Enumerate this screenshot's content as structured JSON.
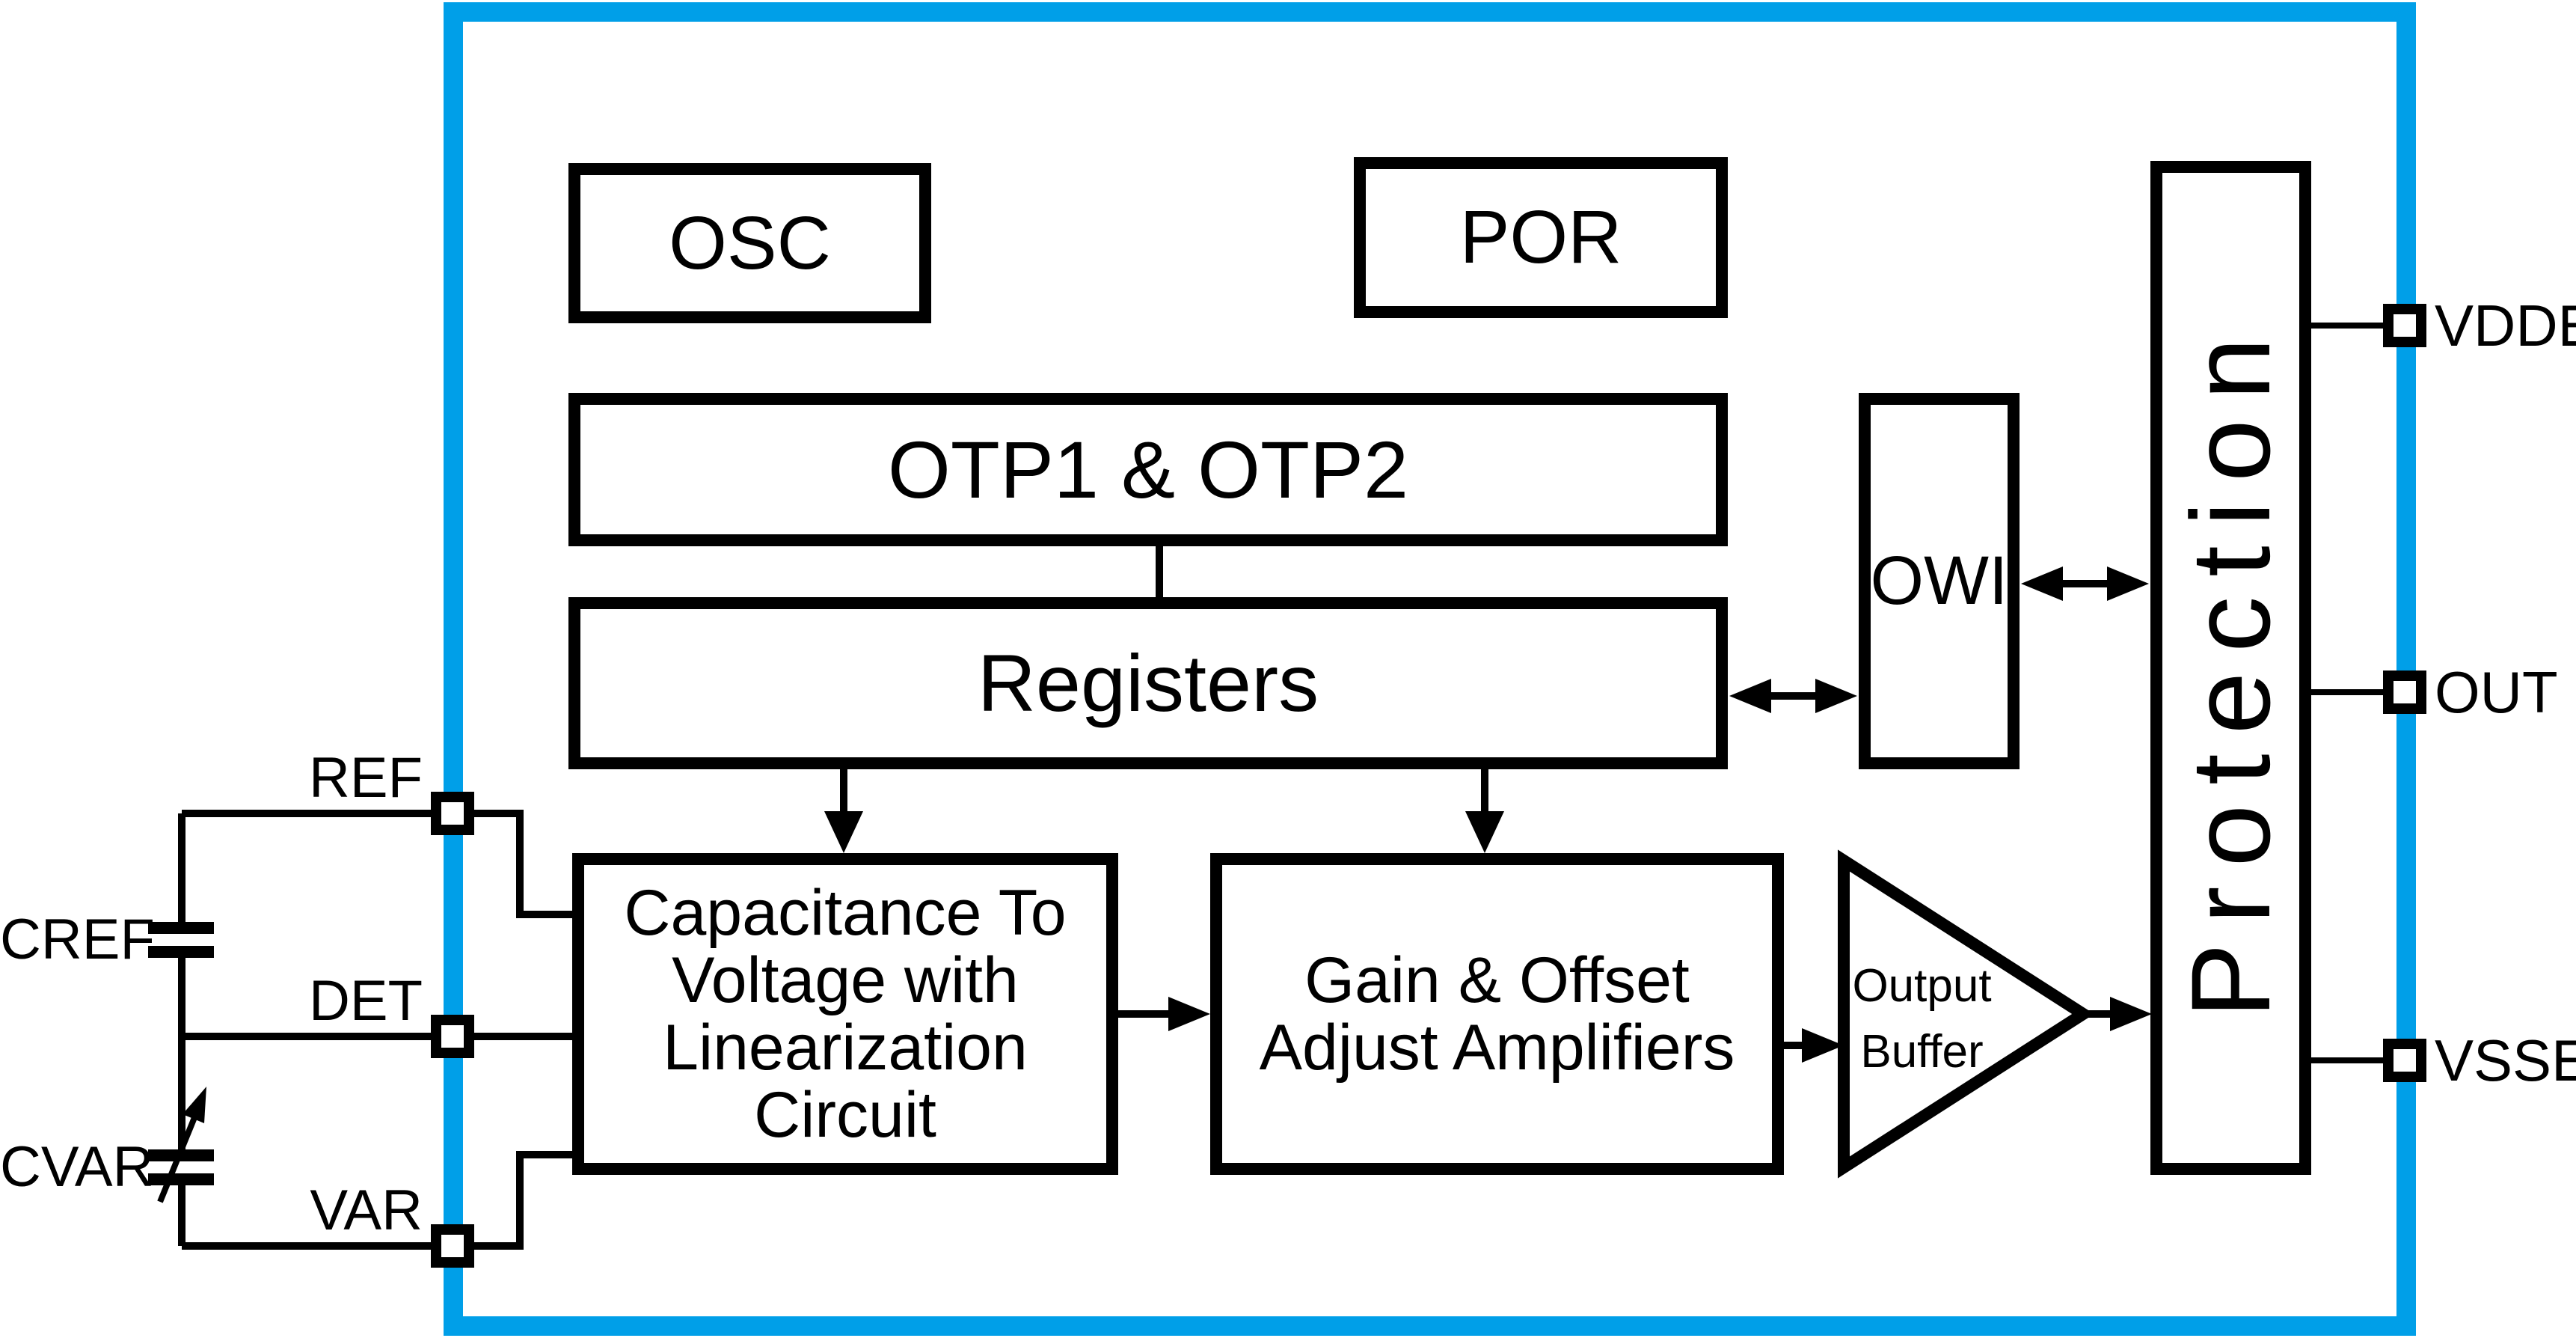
{
  "diagram": {
    "title_semantic": "capacitance-sensor chip functional block diagram",
    "accent_blue": "#009FE8",
    "line_black": "#000000"
  },
  "blocks": {
    "osc": {
      "label": "OSC"
    },
    "por": {
      "label": "POR"
    },
    "otp": {
      "label": "OTP1 & OTP2"
    },
    "registers": {
      "label": "Registers"
    },
    "owi": {
      "label": "OWI"
    },
    "protection": {
      "label": "Protection"
    },
    "cap_to_voltage": {
      "lines": [
        "Capacitance To",
        "Voltage with",
        "Linearization Circuit"
      ]
    },
    "gain_offset": {
      "lines": [
        "Gain & Offset",
        "Adjust Amplifiers"
      ]
    },
    "output_buffer": {
      "lines": [
        "Output",
        "Buffer"
      ]
    }
  },
  "pins": {
    "left": [
      {
        "name": "REF"
      },
      {
        "name": "DET"
      },
      {
        "name": "VAR"
      }
    ],
    "right": [
      {
        "name": "VDDE"
      },
      {
        "name": "OUT"
      },
      {
        "name": "VSSE"
      }
    ]
  },
  "external_components": {
    "cref_label": "CREF",
    "cvar_label": "CVAR"
  }
}
